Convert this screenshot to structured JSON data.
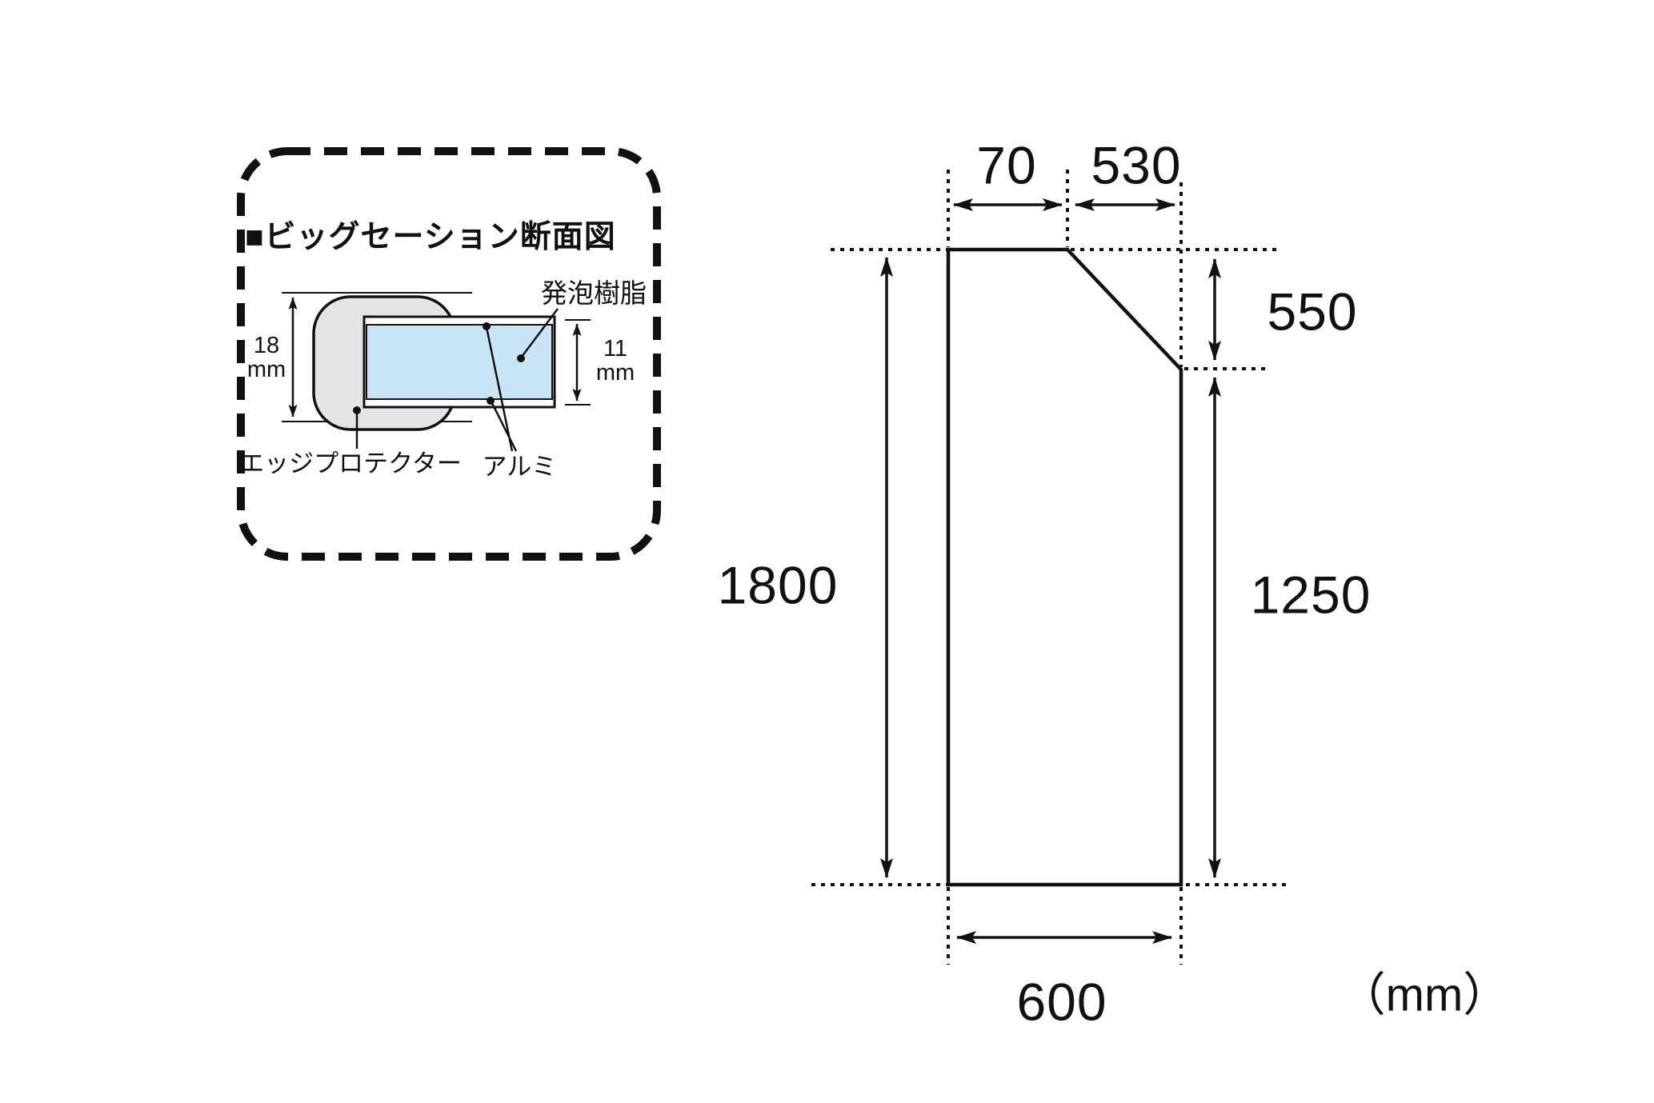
{
  "inset": {
    "title": "■ビッグセーション断面図",
    "foam_label": "発泡樹脂",
    "edge_protector_label": "エッジプロテクター",
    "aluminum_label": "アルミ",
    "thickness_label": {
      "value": "18",
      "unit": "mm"
    },
    "core_label": {
      "value": "11",
      "unit": "mm"
    }
  },
  "drawing": {
    "top_width": "70",
    "slope_width": "530",
    "slope_height": "550",
    "total_height": "1800",
    "right_height": "1250",
    "bottom_width": "600",
    "unit": "（mm）"
  },
  "colors": {
    "foam_fill": "#c9e4f5",
    "protector_fill": "#e4e4e4",
    "ink": "#111111"
  }
}
